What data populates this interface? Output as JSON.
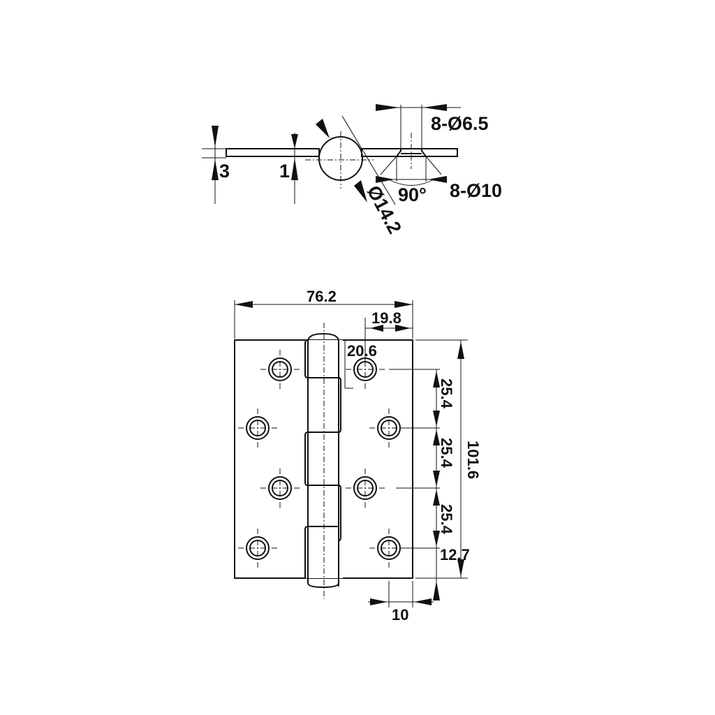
{
  "side_view": {
    "thickness": "3",
    "leaf_thickness": "1",
    "knuckle_diameter": "Ø14.2",
    "hole_diameter": "8-Ø6.5",
    "countersink_diameter": "8-Ø10",
    "countersink_angle": "90°"
  },
  "front_view": {
    "width": "76.2",
    "hole_edge_offset": "19.8",
    "knuckle_offset": "20.6",
    "height": "101.6",
    "hole_pitch_1": "25.4",
    "hole_pitch_2": "25.4",
    "hole_pitch_3": "25.4",
    "end_offset": "12.7",
    "edge_distance": "10"
  }
}
